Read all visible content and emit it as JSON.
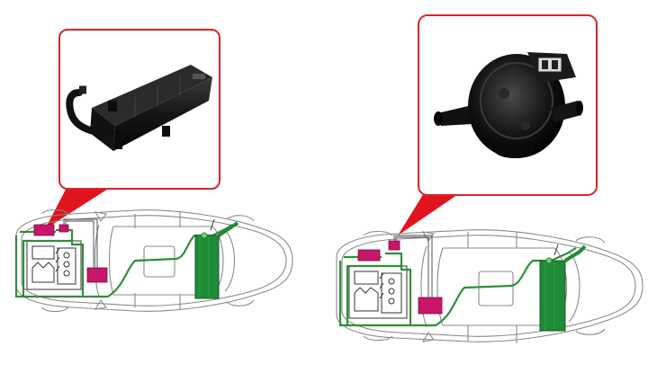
{
  "colors": {
    "background": "#ffffff",
    "callout_border": "#d8242b",
    "callout_fill": "#ffffff",
    "callout_pointer": "#e0141e",
    "car_outline": "#8a8a8a",
    "fuel_line": "#2f8f3a",
    "fuel_tank": "#1f8a37",
    "component_magenta": "#c8166a",
    "wire": "#444444"
  },
  "panels": [
    {
      "id": "left",
      "callout_part": "charcoal-canister-photo",
      "components": [
        "charcoal-canister",
        "canister-purge-valve",
        "engine-control-unit",
        "fuel-tank"
      ]
    },
    {
      "id": "right",
      "callout_part": "canister-purge-valve-photo",
      "components": [
        "charcoal-canister",
        "canister-purge-valve",
        "engine-control-unit",
        "fuel-tank"
      ]
    }
  ]
}
